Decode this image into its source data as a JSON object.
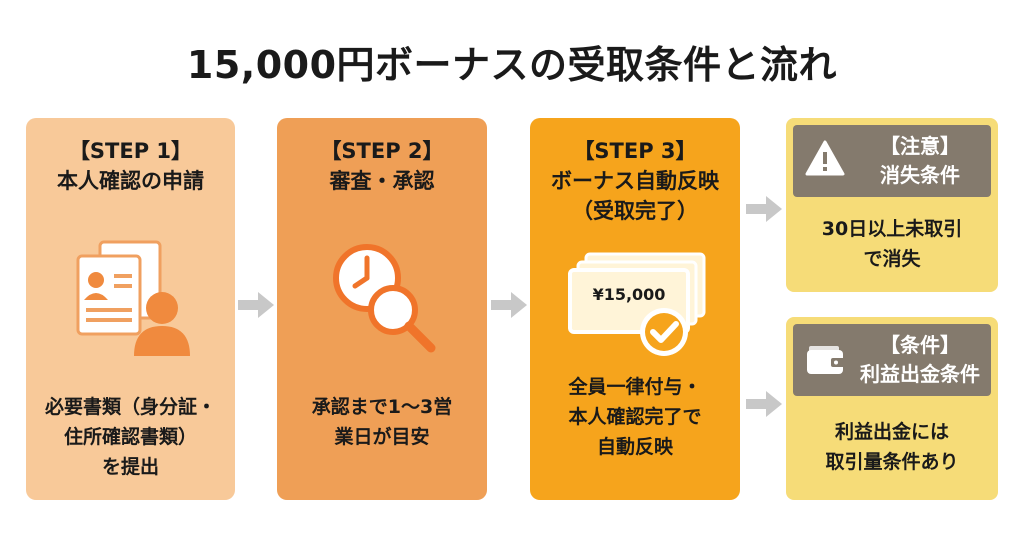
{
  "title": "15,000円ボーナスの受取条件と流れ",
  "steps": [
    {
      "label": "【STEP 1】",
      "heading": "本人確認の申請",
      "body_lines": [
        "必要書類（身分証・",
        "住所確認書類）",
        "を提出"
      ]
    },
    {
      "label": "【STEP 2】",
      "heading": "審査・承認",
      "body_lines": [
        "承認まで1〜3営",
        "業日が目安"
      ]
    },
    {
      "label": "【STEP 3】",
      "heading": "ボーナス自動反映",
      "heading2": "（受取完了）",
      "ticket_amount": "¥15,000",
      "body_lines": [
        "全員一律付与・",
        "本人確認完了で",
        "自動反映"
      ]
    }
  ],
  "notes": [
    {
      "label": "【注意】",
      "heading": "消失条件",
      "body_lines": [
        "30日以上未取引",
        "で消失"
      ],
      "icon": "warning-icon"
    },
    {
      "label": "【条件】",
      "heading": "利益出金条件",
      "body_lines": [
        "利益出金には",
        "取引量条件あり"
      ],
      "icon": "wallet-icon"
    }
  ],
  "colors": {
    "step1": "#f8c999",
    "step2": "#ef9f56",
    "step3": "#f6a41c",
    "note": "#f6dc78",
    "note_header": "#847a6d",
    "arrow": "#c8c8c8"
  }
}
